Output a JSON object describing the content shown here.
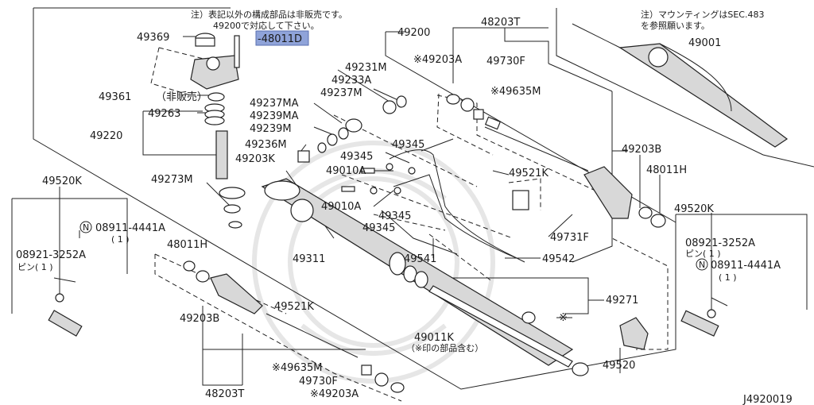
{
  "notes": {
    "top_left_1": "注）表記以外の構成部品は非販売です。",
    "top_left_2": "49200で対応して下さい。",
    "top_right_1": "注）マウンティングはSEC.483",
    "top_right_2": "を参照願います。"
  },
  "highlight": {
    "label": "-48011D",
    "color": "#8fa3d9"
  },
  "labels": {
    "p49369": "49369",
    "p49200": "49200",
    "p48203T_top": "48203T",
    "p49001": "49001",
    "p49203A_top": "※49203A",
    "p49730F_top": "49730F",
    "p49635M_top": "※49635M",
    "p49231M": "49231M",
    "p49233A": "49233A",
    "p49237MA": "49237MA",
    "p49237M": "49237M",
    "p49239MA": "49239MA",
    "p49239M": "49239M",
    "p49236M": "49236M",
    "p49361": "49361",
    "hihanbai": "（非販売）",
    "p49263": "49263",
    "p49220": "49220",
    "p49345_a": "49345",
    "p49345_b": "49345",
    "p49345_c": "49345",
    "p49345_d": "49345",
    "p49010A_a": "49010A",
    "p49010A_b": "49010A",
    "p49203K": "49203K",
    "p49521K_top": "49521K",
    "p49203B_right": "49203B",
    "p48011H_right": "48011H",
    "p49520K_left": "49520K",
    "p08911_left": "08911-4441A",
    "p08911_left_qty": "( 1 )",
    "p08921_left": "08921-3252A",
    "pin_left": "ピン( 1 )",
    "p49273M": "49273M",
    "p49731F": "49731F",
    "p49520K_right": "49520K",
    "p08921_right": "08921-3252A",
    "pin_right": "ピン( 1 )",
    "p08911_right": "08911-4441A",
    "p08911_right_qty": "( 1 )",
    "p49311": "49311",
    "p48011H_left": "48011H",
    "p49541": "49541",
    "p49542": "49542",
    "p49271": "49271",
    "mark_asterisk": "※",
    "p49203B_left": "49203B",
    "p49521K_bottom": "49521K",
    "p49011K": "49011K",
    "p49011K_note": "（※印の部品含む）",
    "p49635M_bottom": "※49635M",
    "p49730F_bottom": "49730F",
    "p49203A_bottom": "※49203A",
    "p48203T_bottom": "48203T",
    "p49520": "49520",
    "n_symbol": "N"
  },
  "diagram_code": "J4920019"
}
